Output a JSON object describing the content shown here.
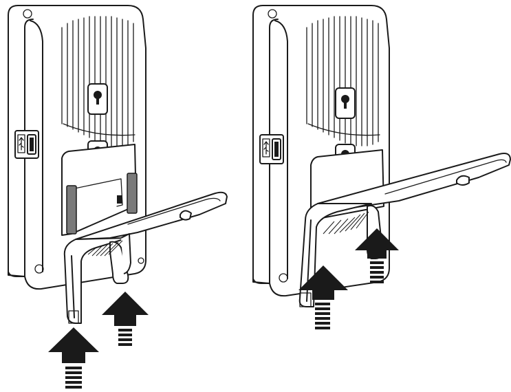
{
  "panels": [
    {
      "id": "left",
      "step": "insert-stand-legs-into-slots"
    },
    {
      "id": "right",
      "step": "stand-seated-push-up"
    }
  ],
  "colors": {
    "line": "#1a1a1a",
    "fill": "#ffffff",
    "clip": "#7a7a7a"
  },
  "icons": [
    "usb-port-icon",
    "keyhole-slot-icon",
    "push-up-arrow-icon"
  ]
}
